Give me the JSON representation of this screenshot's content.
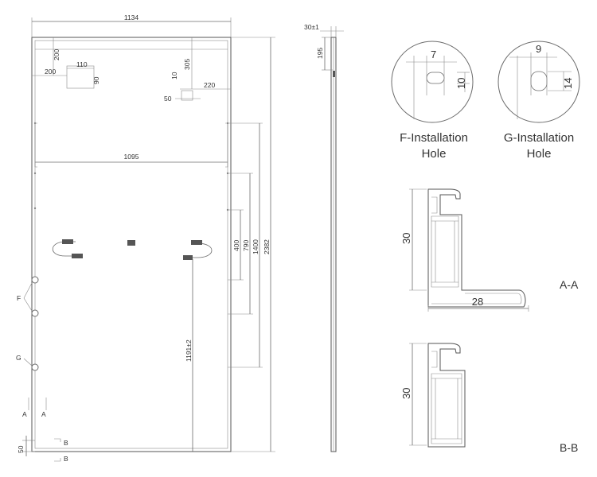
{
  "front_view": {
    "dims": {
      "width_total": "1134",
      "mount_top": "200",
      "box_width": "110",
      "left_offset": "200",
      "box_height": "90",
      "jb_top": "305",
      "jb_h": "10",
      "jb_right": "220",
      "jb_w": "50",
      "inner_width": "1095",
      "d400": "400",
      "d790": "790",
      "d1400": "1400",
      "total_height": "2382",
      "cable": "1191±2",
      "bottom": "50"
    },
    "markers": {
      "f": "F",
      "g": "G",
      "a_left": "A",
      "a_right": "A",
      "b_top": "B",
      "b_bottom": "B"
    }
  },
  "side_view": {
    "thickness": "30±1",
    "offset": "195"
  },
  "hole_f": {
    "width": "7",
    "height": "10",
    "title_line1": "F-Installation",
    "title_line2": "Hole"
  },
  "hole_g": {
    "width": "9",
    "height": "14",
    "title_line1": "G-Installation",
    "title_line2": "Hole"
  },
  "section_a": {
    "height": "30",
    "width": "28",
    "label": "A-A"
  },
  "section_b": {
    "height": "30",
    "label": "B-B"
  }
}
